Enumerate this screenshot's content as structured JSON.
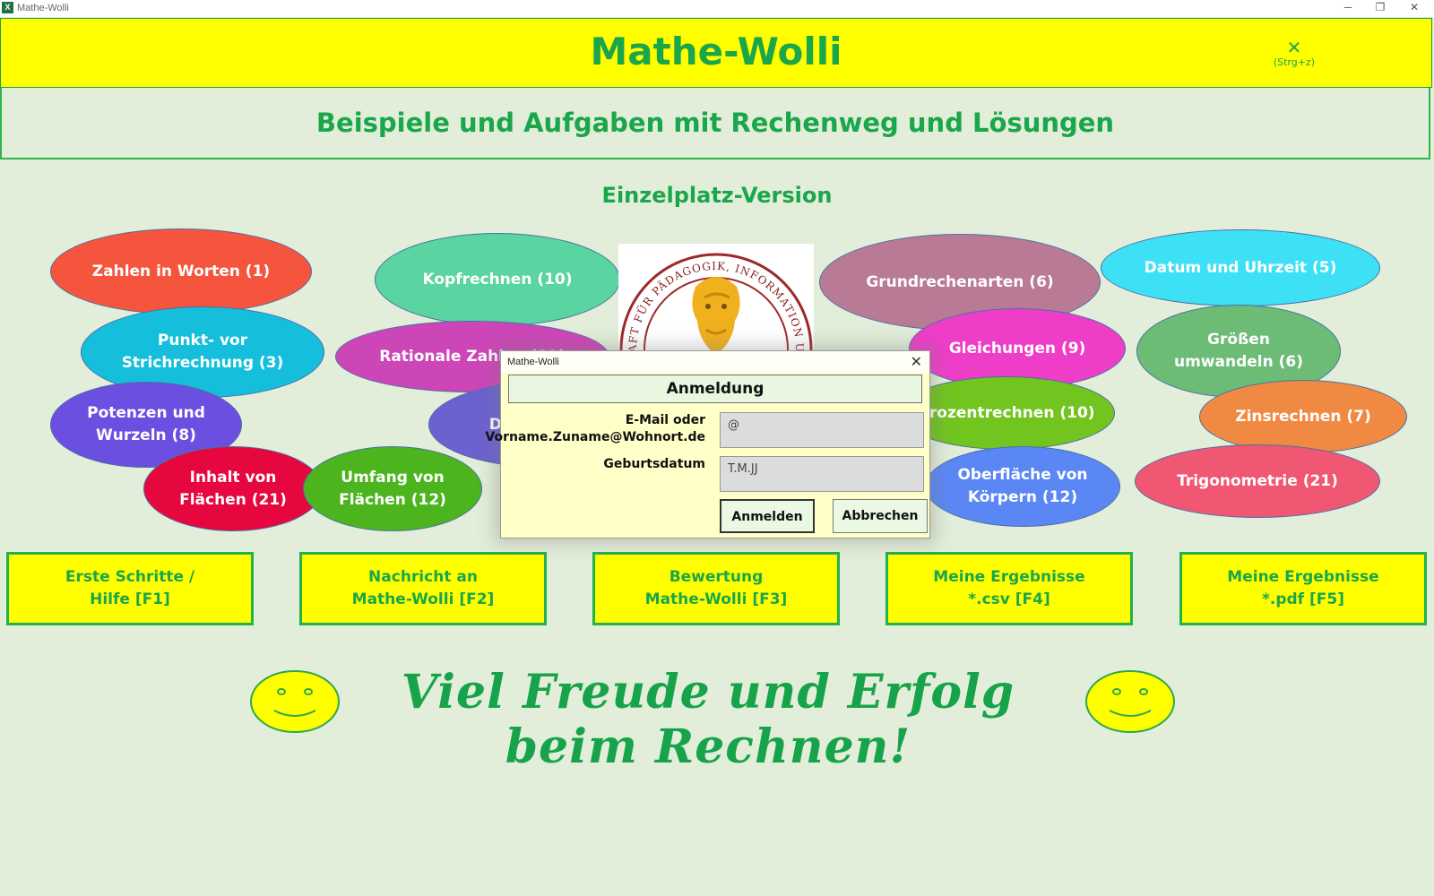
{
  "window": {
    "title": "Mathe-Wolli",
    "app_icon": "X",
    "minimize": "─",
    "restore": "❐",
    "close": "✕"
  },
  "header": {
    "title": "Mathe-Wolli",
    "close_symbol": "✕",
    "close_hint": "(Strg+z)"
  },
  "subtitle": "Beispiele und Aufgaben mit Rechenweg und Lösungen",
  "version": "Einzelplatz-Version",
  "topics": [
    {
      "label": "Zahlen in Worten (1)",
      "color": "#f5553d"
    },
    {
      "label": "Kopfrechnen (10)",
      "color": "#5ad4a0"
    },
    {
      "label": "Grundrechenarten (6)",
      "color": "#b97a95"
    },
    {
      "label": "Datum und Uhrzeit (5)",
      "color": "#3ee0f5"
    },
    {
      "label": "Punkt- vor\nStrichrechnung (3)",
      "color": "#15bfdc"
    },
    {
      "label": "Rationale Zahlen (12)",
      "color": "#cc46b8"
    },
    {
      "label": "Gleichungen (9)",
      "color": "#ee3ec8"
    },
    {
      "label": "Größen\numwandeln (6)",
      "color": "#6cbc76"
    },
    {
      "label": "Potenzen und\nWurzeln (8)",
      "color": "#6a4fe0"
    },
    {
      "label": "Dreisatz (10)",
      "color": "#6c62cf"
    },
    {
      "label": "Prozentrechnen (10)",
      "color": "#72c41f"
    },
    {
      "label": "Zinsrechnen (7)",
      "color": "#f08a42"
    },
    {
      "label": "Inhalt von\nFlächen (21)",
      "color": "#e6073f"
    },
    {
      "label": "Umfang von\nFlächen (12)",
      "color": "#4cb51e"
    },
    {
      "label": "Oberfläche von\nKörpern (12)",
      "color": "#5b87f5"
    },
    {
      "label": "Trigonometrie (21)",
      "color": "#f05772"
    }
  ],
  "logo": {
    "text": "GESELLSCHAFT FÜR PÄDAGOGIK, INFORMATION UND MEDIEN"
  },
  "nav": [
    {
      "label": "Erste Schritte /\nHilfe [F1]"
    },
    {
      "label": "Nachricht an\nMathe-Wolli [F2]"
    },
    {
      "label": "Bewertung\nMathe-Wolli [F3]"
    },
    {
      "label": "Meine Ergebnisse\n*.csv [F4]"
    },
    {
      "label": "Meine Ergebnisse\n*.pdf [F5]"
    }
  ],
  "slogan": "Viel Freude und Erfolg beim Rechnen!",
  "dialog": {
    "title": "Mathe-Wolli",
    "close": "✕",
    "heading": "Anmeldung",
    "email_label": "E-Mail oder\nVorname.Zuname@Wohnort.de",
    "email_value": "@",
    "birth_label": "Geburtsdatum",
    "birth_value": "T.M.JJ",
    "login_button": "Anmelden",
    "cancel_button": "Abbrechen"
  },
  "colors": {
    "header_bg": "#ffff00",
    "accent_green": "#1aa64a",
    "page_bg": "#e2eed9",
    "dialog_bg": "#ffffc8"
  }
}
